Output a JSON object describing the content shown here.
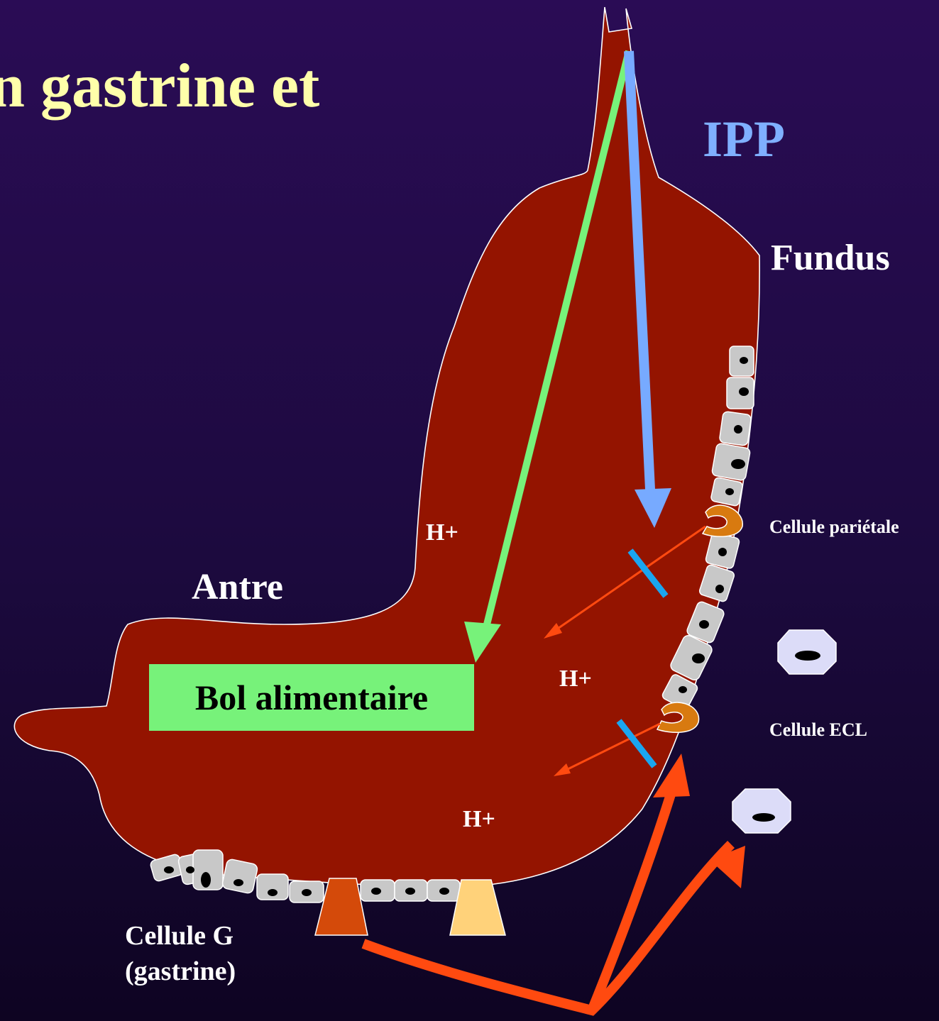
{
  "title": "n gastrine et",
  "labels": {
    "ipp": "IPP",
    "fundus": "Fundus",
    "antre": "Antre",
    "h_plus_top": "H+",
    "h_plus_mid": "H+",
    "h_plus_bottom": "H+",
    "cellule_parietale": "Cellule pariétale",
    "cellule_ecl": "Cellule ECL",
    "cellule_g": "Cellule G",
    "gastrine": "(gastrine)",
    "bol_alimentaire": "Bol alimentaire"
  },
  "colors": {
    "background_top": "#2a0c55",
    "background_bottom": "#0e0422",
    "title": "#ffffaa",
    "ipp_text": "#7fb0ff",
    "stomach": "#941400",
    "green_arrow": "#77f27a",
    "blue_arrow": "#77aaff",
    "red_arrow": "#ff4a10",
    "blocker_bar": "#1aa6f0",
    "receptor": "#d87a10",
    "g_cell": "#d44a0a",
    "other_cell": "#ffd27a",
    "epithelial_cell": "#c8c8c8",
    "ecl_cell": "#dcdcf8"
  }
}
